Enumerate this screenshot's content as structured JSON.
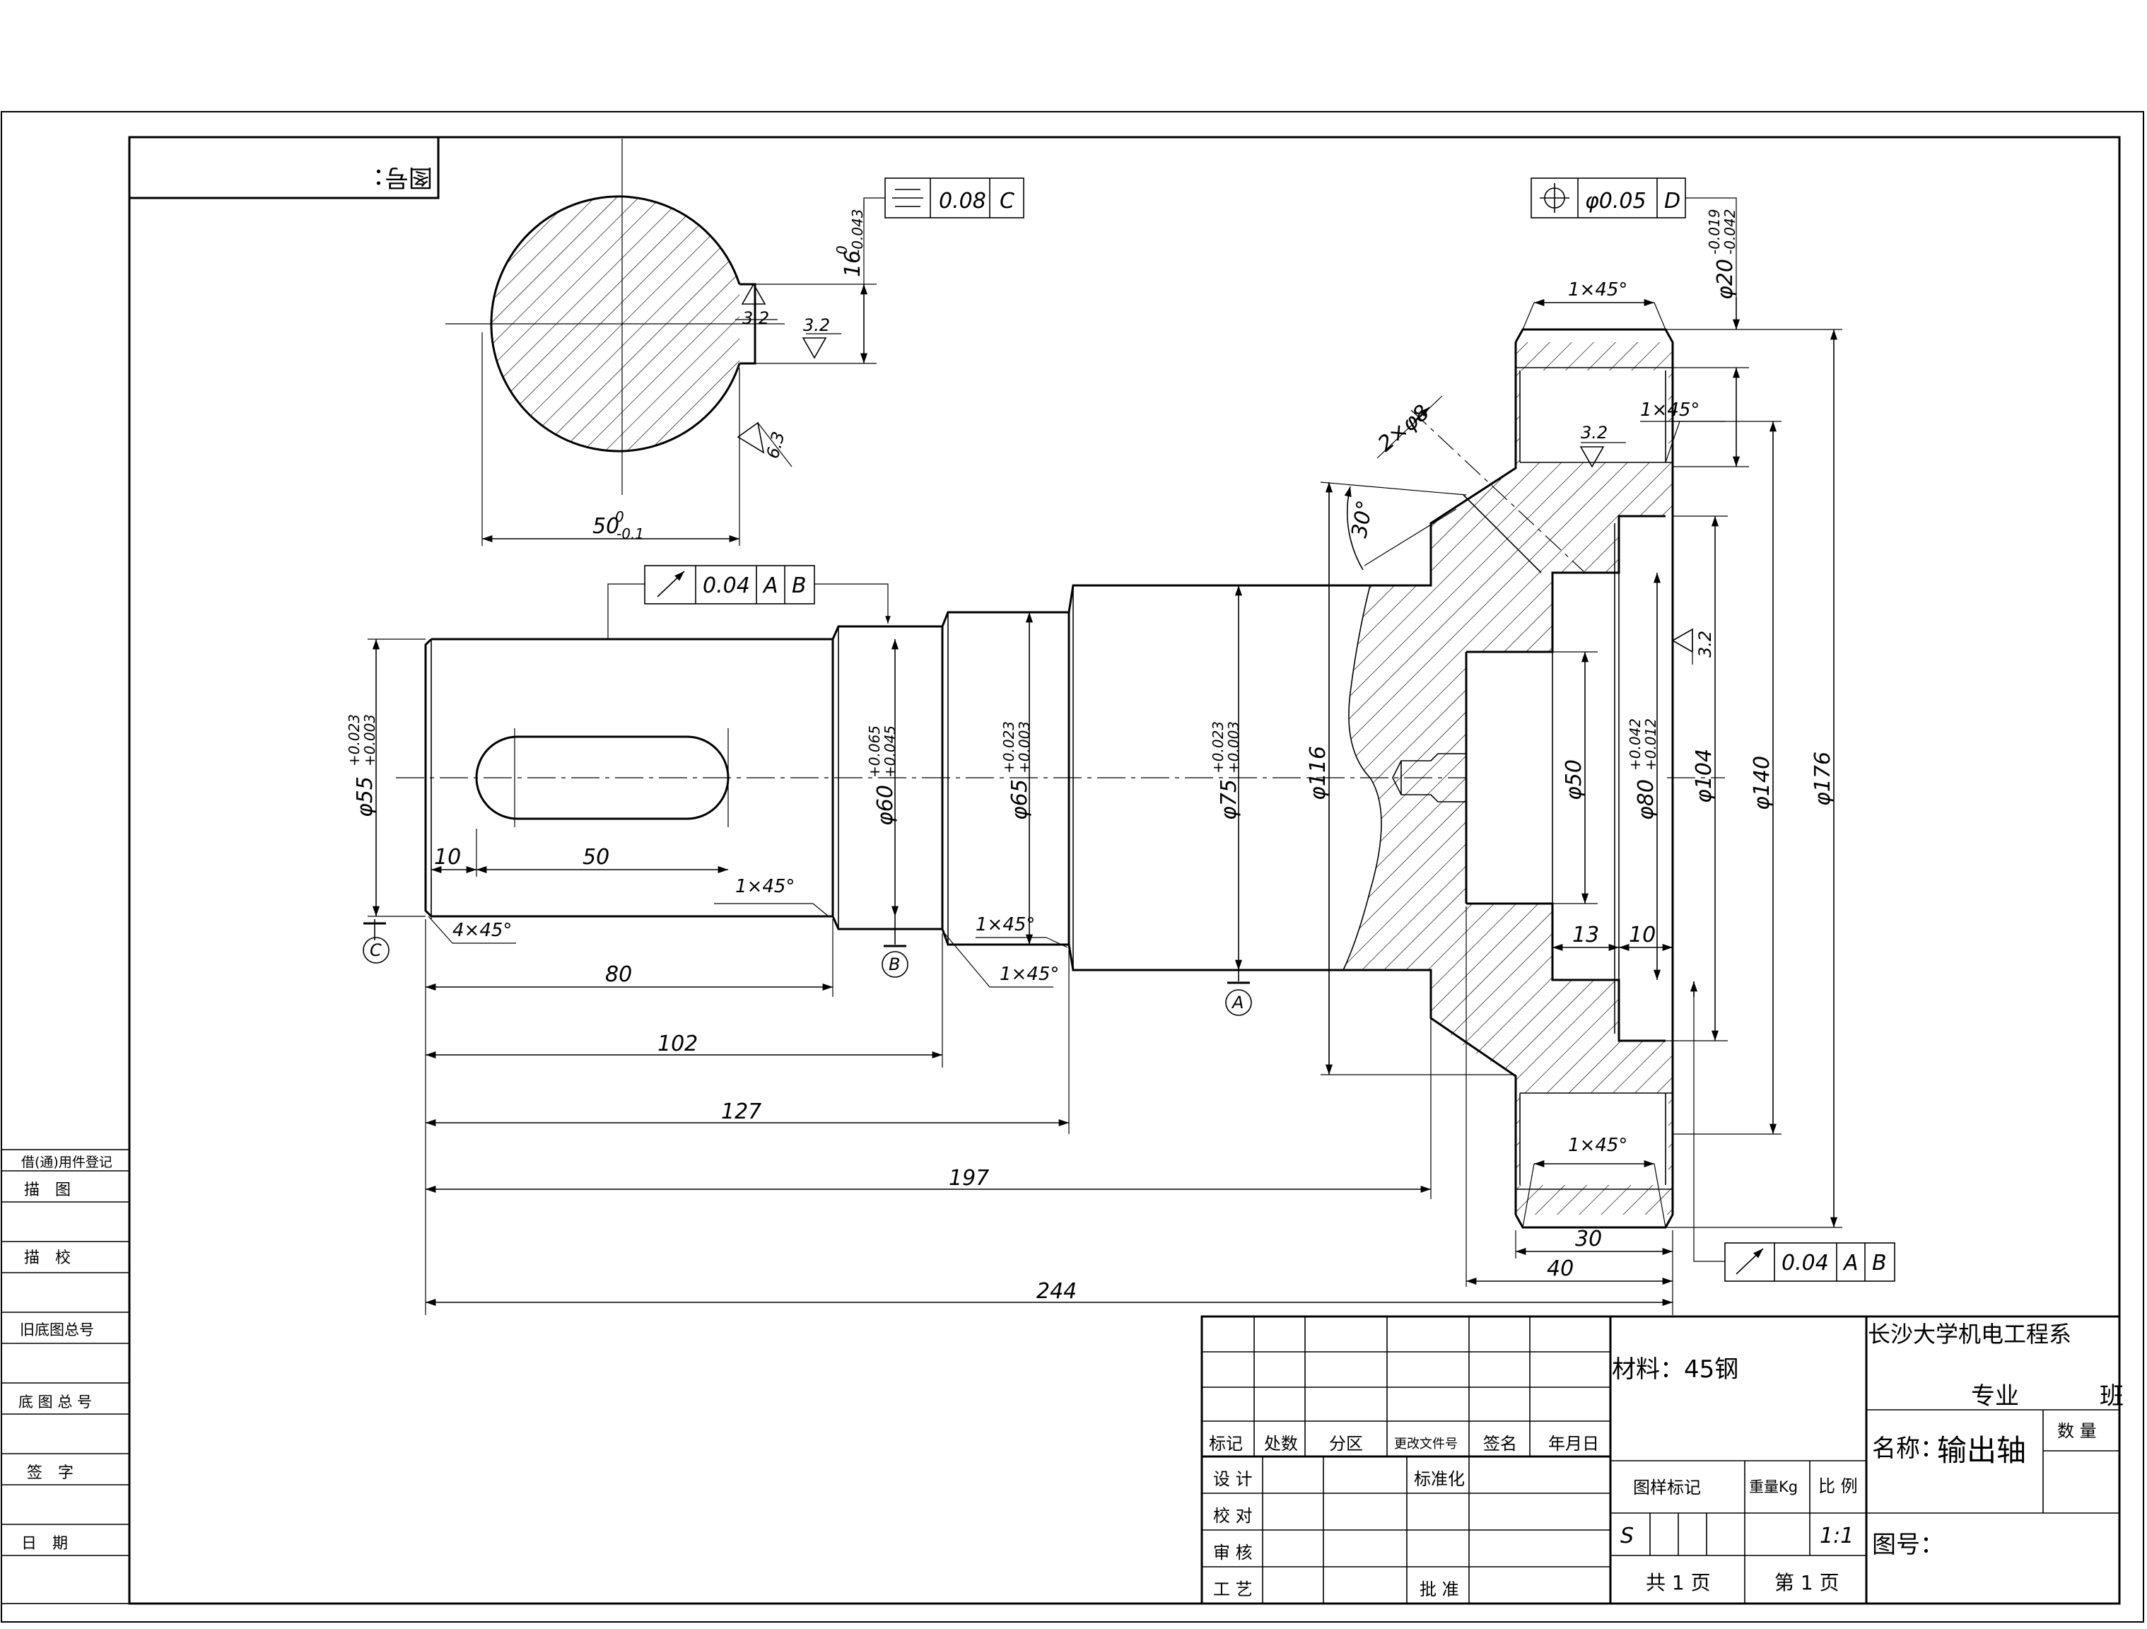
{
  "drawing_no_corner": "图号：",
  "dimensions": {
    "d55": "φ55",
    "d55_tol_up": "+0.023",
    "d55_tol_lo": "+0.003",
    "d60": "φ60",
    "d60_tol_up": "+0.065",
    "d60_tol_lo": "+0.045",
    "d65": "φ65",
    "d65_tol_up": "+0.023",
    "d65_tol_lo": "+0.003",
    "d75": "φ75",
    "d75_tol_up": "+0.023",
    "d75_tol_lo": "+0.003",
    "d116": "φ116",
    "d50": "φ50",
    "d80": "φ80",
    "d80_tol_up": "+0.042",
    "d80_tol_lo": "+0.012",
    "d104": "φ104",
    "d140": "φ140",
    "d176": "φ176",
    "d20": "φ20",
    "d20_tol_up": "-0.019",
    "d20_tol_lo": "-0.042",
    "len_10": "10",
    "len_50": "50",
    "len_80": "80",
    "len_102": "102",
    "len_127": "127",
    "len_197": "197",
    "len_244": "244",
    "len_13": "13",
    "len_10b": "10",
    "len_30": "30",
    "len_40": "40",
    "key_w": "16",
    "key_w_tol": "-0.043",
    "key_w_tol0": "0",
    "sec_depth": "50",
    "sec_depth_tol": "-0.1",
    "sec_depth_tol0": "0",
    "chamfer_4": "4×45°",
    "chamfer_1a": "1×45°",
    "chamfer_1b": "1×45°",
    "chamfer_1c": "1×45°",
    "chamfer_1d": "1×45°",
    "chamfer_1e": "1×45°",
    "chamfer_1f": "1×45°",
    "holes": "2×φ8",
    "angle_30": "30°",
    "rough_32a": "3.2",
    "rough_32b": "3.2",
    "rough_63": "6.3",
    "rough_32c": "3.2",
    "rough_32d": "3.2"
  },
  "datums": {
    "A": "A",
    "B": "B",
    "C": "C"
  },
  "fcf": {
    "sym": {
      "val": "0.08",
      "ref": "C"
    },
    "pos": {
      "val": "φ0.05",
      "ref": "D"
    },
    "runout1": {
      "val": "0.04",
      "ref1": "A",
      "ref2": "B"
    },
    "runout2": {
      "val": "0.04",
      "ref1": "A",
      "ref2": "B"
    }
  },
  "side_panel": {
    "r1": "借(通)用件登记",
    "r2": "描　图",
    "r3": "描　校",
    "r4": "旧底图总号",
    "r5": "底 图 总 号",
    "r6": "签　字",
    "r7": "日　期"
  },
  "title_block": {
    "rev_headers": [
      "标记",
      "处数",
      "分区",
      "更改文件号",
      "签名",
      "年月日"
    ],
    "design": "设 计",
    "check": "校 对",
    "review": "审 核",
    "process": "工 艺",
    "standard": "标准化",
    "approve": "批 准",
    "material": "材料：45钢",
    "mark": "图样标记",
    "weight": "重量Kg",
    "scale_label": "比 例",
    "s": "S",
    "scale": "1:1",
    "total": "共 1 页",
    "page": "第 1 页",
    "school": "长沙大学机电工程系",
    "major": "专业",
    "class": "班",
    "name_label": "名称：",
    "name": "输出轴",
    "qty": "数 量",
    "drawing_no": "图号："
  }
}
